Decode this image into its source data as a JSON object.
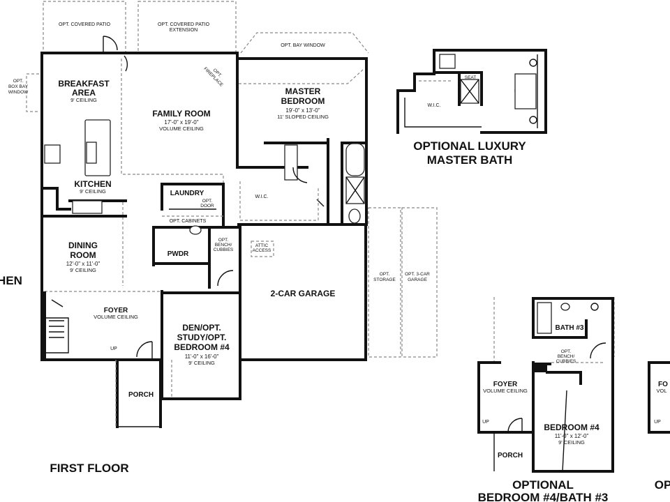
{
  "first_floor": {
    "opt_covered_patio": "OPT. COVERED PATIO",
    "opt_covered_patio_extension": [
      "OPT. COVERED PATIO",
      "EXTENSION"
    ],
    "opt_bay_window": "OPT. BAY WINDOW",
    "opt_box_bay_window": [
      "OPT.",
      "BOX BAY",
      "WINDOW"
    ],
    "opt_fireplace": [
      "OPT.",
      "FIREPLACE"
    ],
    "breakfast": {
      "name": [
        "BREAKFAST",
        "AREA"
      ],
      "note": "9' CEILING"
    },
    "family_room": {
      "name": "FAMILY ROOM",
      "dims": "17'-0\" x 19'-0\"",
      "note": "VOLUME CEILING"
    },
    "master_bedroom": {
      "name": [
        "MASTER",
        "BEDROOM"
      ],
      "dims": "19'-0\" x 13'-0\"",
      "note": "11' SLOPED CEILING"
    },
    "kitchen": {
      "name": "KITCHEN",
      "note": "9' CEILING"
    },
    "laundry": "LAUNDRY",
    "opt_door": [
      "OPT.",
      "DOOR"
    ],
    "opt_cabinets": "OPT. CABINETS",
    "wic": "W.I.C.",
    "dining_room": {
      "name": [
        "DINING",
        "ROOM"
      ],
      "dims": "12'-0\" x 11'-0\"",
      "note": "9' CEILING"
    },
    "pwdr": "PWDR",
    "opt_bench_cubbies": [
      "OPT.",
      "BENCH/",
      "CUBBIES"
    ],
    "attic_access": [
      "ATTIC",
      "ACCESS"
    ],
    "garage": "2-CAR GARAGE",
    "opt_storage": [
      "OPT.",
      "STORAGE"
    ],
    "opt_3car_garage": [
      "OPT. 3-CAR",
      "GARAGE"
    ],
    "foyer": {
      "name": "FOYER",
      "note": "VOLUME CEILING"
    },
    "up": "UP",
    "den": {
      "name": [
        "DEN/OPT.",
        "STUDY/OPT.",
        "BEDROOM #4"
      ],
      "dims": "11'-0\" x 16'-0\"",
      "note": "9' CEILING"
    },
    "porch": "PORCH",
    "floor_title": "FIRST FLOOR",
    "left_cut_label": "HEN"
  },
  "luxury_bath": {
    "seat": "SEAT",
    "wic": "W.I.C.",
    "title": [
      "OPTIONAL LUXURY",
      "MASTER BATH"
    ]
  },
  "bedroom4_option": {
    "bath3": "BATH #3",
    "opt_bench_cubbies": [
      "OPT.",
      "BENCH/",
      "CUBBIES"
    ],
    "foyer": {
      "name": "FOYER",
      "note": "VOLUME CEILING"
    },
    "up": "UP",
    "bedroom4": {
      "name": "BEDROOM #4",
      "dims": "11'-0\" x 12'-0\"",
      "note": "9' CEILING"
    },
    "porch": "PORCH",
    "title": [
      "OPTIONAL",
      "BEDROOM #4/BATH #3"
    ]
  },
  "right_cut": {
    "foyer_partial": [
      "FO",
      "VOL"
    ],
    "up": "UP",
    "title_partial": "OP"
  }
}
